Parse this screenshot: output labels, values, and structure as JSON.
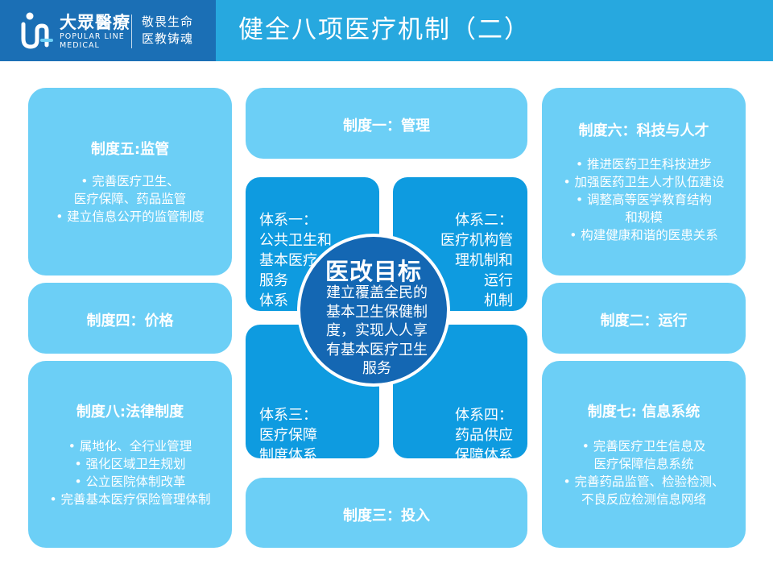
{
  "brand": {
    "name_cn": "大眾醫療",
    "name_en": "POPULAR LINE\nMEDICAL",
    "slogan": "敬畏生命\n医教铸魂",
    "colors": {
      "header": "#27a8df",
      "logo_block": "#1b6fb5",
      "box": "#6ccff6",
      "panel": "#0e9be0",
      "core": "#1467b3"
    }
  },
  "title": "健全八项医疗机制（二）",
  "systems": [
    {
      "label": "制度一：管理"
    },
    {
      "label": "制度二：运行"
    },
    {
      "label": "制度三：投入"
    },
    {
      "label": "制度四：价格"
    },
    {
      "label": "制度五:监管",
      "bullets": [
        "• 完善医疗卫生、\n医疗保障、药品监管",
        "• 建立信息公开的监管制度"
      ]
    },
    {
      "label": "制度六：科技与人才",
      "bullets": [
        "• 推进医药卫生科技进步",
        "• 加强医药卫生人才队伍建设",
        "• 调整高等医学教育结构\n和规模",
        "• 构建健康和谐的医患关系"
      ]
    },
    {
      "label": "制度七: 信息系统",
      "bullets": [
        "• 完善医疗卫生信息及\n医疗保障信息系统",
        "• 完善药品监管、检验检测、\n不良反应检测信息网络"
      ]
    },
    {
      "label": "制度八:法律制度",
      "bullets": [
        "• 属地化、全行业管理",
        "• 强化区域卫生规划",
        "• 公立医院体制改革",
        "• 完善基本医疗保险管理体制"
      ]
    }
  ],
  "pillars": [
    "体系一：\n公共卫生和\n基本医疗\n服务\n体系",
    "体系二：\n医疗机构管\n理机制和\n运行\n机制",
    "体系三：\n医疗保障\n制度体系",
    "体系四：\n药品供应\n保障体系"
  ],
  "core": {
    "title": "医改目标",
    "desc": "建立覆盖全民的\n基本卫生保健制\n度，实现人人享\n有基本医疗卫生\n服务"
  }
}
